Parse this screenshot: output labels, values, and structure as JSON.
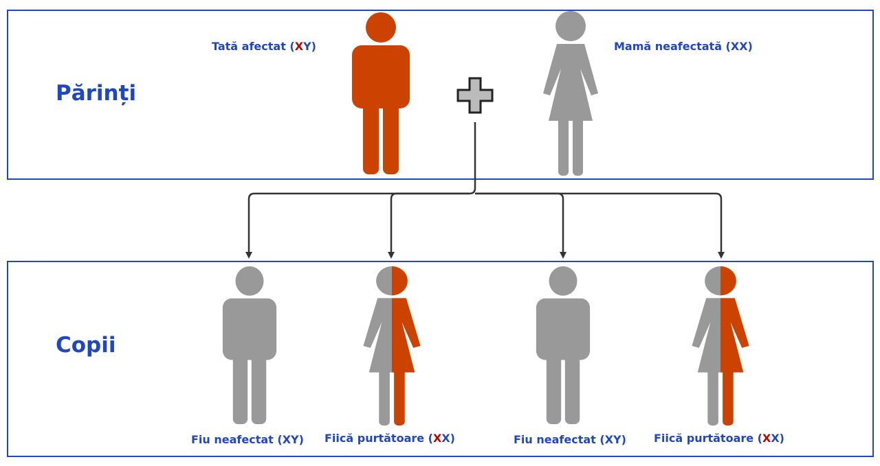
{
  "sections": {
    "parents_title": "Părinți",
    "children_title": "Copii"
  },
  "parents": {
    "father": {
      "pre": "Tată afectat (",
      "x": "X",
      "post": "Y)",
      "sex": "male",
      "status": "affected"
    },
    "mother": {
      "label": "Mamă neafectată (XX)",
      "sex": "female",
      "status": "unaffected"
    },
    "cross_icon": "plus-icon"
  },
  "children": [
    {
      "label": "Fiu neafectat (XY)",
      "sex": "male",
      "status": "unaffected"
    },
    {
      "pre": "Fiică purtătoare (",
      "x": "X",
      "post": "X)",
      "sex": "female",
      "status": "carrier"
    },
    {
      "label": "Fiu neafectat (XY)",
      "sex": "male",
      "status": "unaffected"
    },
    {
      "pre": "Fiică purtătoare (",
      "x": "X",
      "post": "X)",
      "sex": "female",
      "status": "carrier"
    }
  ],
  "colors": {
    "affected": "#cc4200",
    "unaffected": "#999999",
    "border": "#1f47c4",
    "text": "#1f47c4",
    "highlight_x": "#c00000",
    "arrow": "#333333"
  }
}
